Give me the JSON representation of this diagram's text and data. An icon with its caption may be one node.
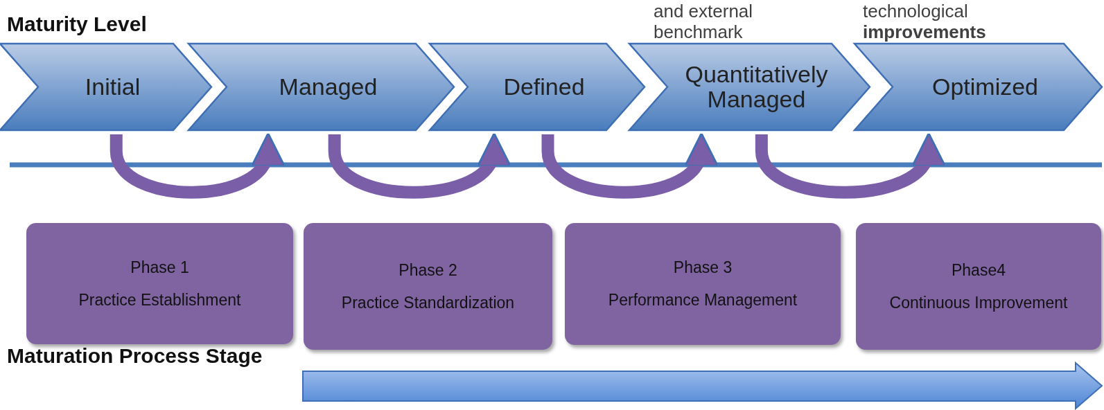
{
  "diagram": {
    "nodes": [
      {
        "text": [
          "Initial"
        ]
      },
      {
        "text": [
          "Managed"
        ]
      },
      {
        "text": [
          "Defined"
        ]
      },
      {
        "text": [
          "Quantitatively Managed"
        ]
      },
      {
        "text": [
          "Optimized"
        ]
      },
      {
        "text": [
          "Phase 1",
          "Practice Establishment"
        ]
      },
      {
        "text": [
          "Phase 2",
          "Practice Standardization"
        ]
      },
      {
        "text": [
          "Phase 3",
          "Performance Management"
        ]
      },
      {
        "text": [
          "Phase4",
          "Continuous Improvement"
        ]
      }
    ],
    "edges": [
      {
        "from": 0,
        "to": 1,
        "arrow": "to"
      },
      {
        "from": 1,
        "to": 2,
        "arrow": "to"
      },
      {
        "from": 2,
        "to": 3,
        "arrow": "to"
      },
      {
        "from": 3,
        "to": 4,
        "arrow": "to"
      }
    ],
    "labels": [
      "and external benchmark",
      "technological **improvements**",
      "Maturity Level",
      "Maturation Process Stage"
    ]
  }
}
